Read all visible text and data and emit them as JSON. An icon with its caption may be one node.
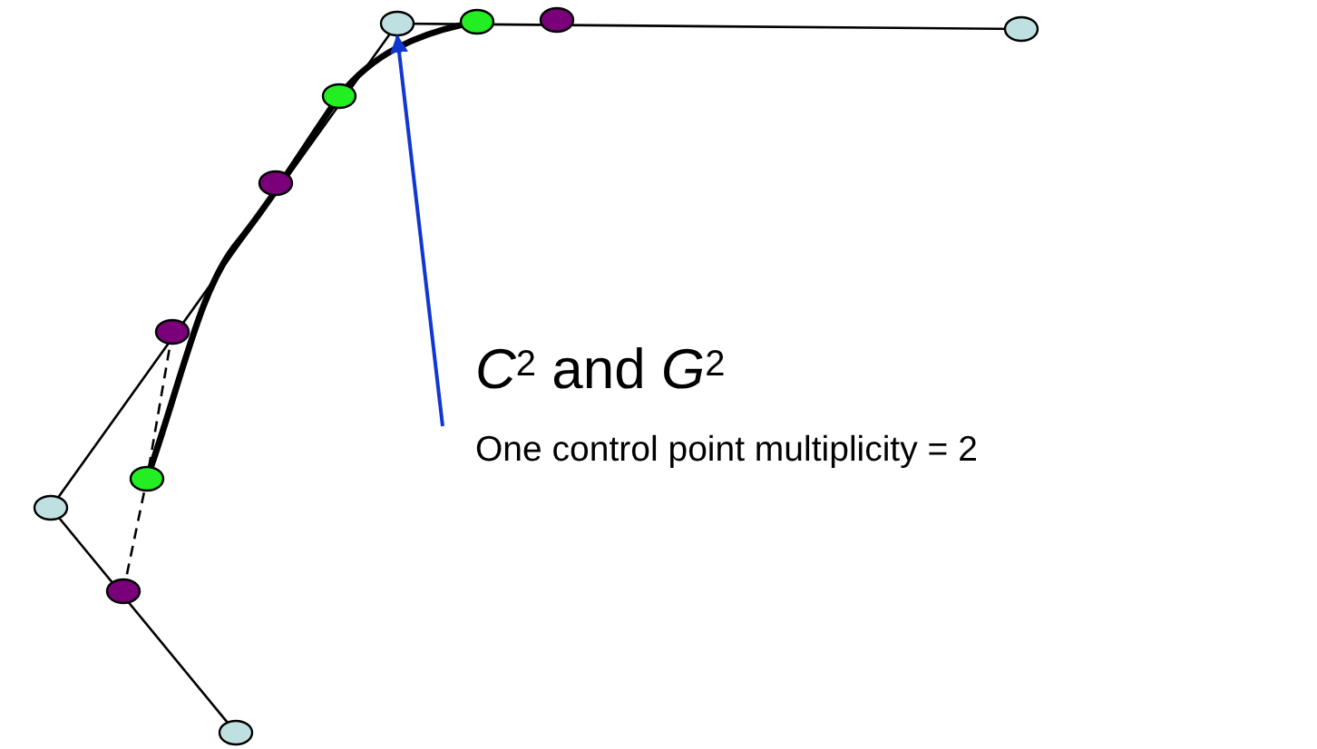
{
  "diagram": {
    "nodes": [
      {
        "text": [
          "*C*$^{2}$ and *G*$^{2}$",
          "One control point multiplicity = 2"
        ]
      },
      {
        "text": [],
        "shape": "circle"
      }
    ],
    "edges": [
      {
        "from": 0,
        "to": 1,
        "arrow": "to"
      }
    ]
  }
}
